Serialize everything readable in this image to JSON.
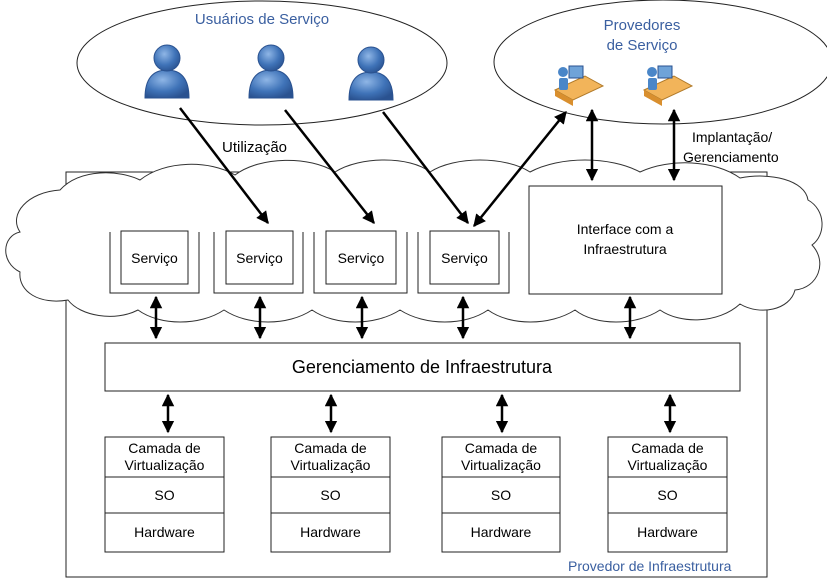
{
  "users_group": {
    "title": "Usuários de Serviço"
  },
  "providers_group": {
    "title_line1": "Provedores",
    "title_line2": "de Serviço"
  },
  "labels": {
    "utilization": "Utilização",
    "deploy_line1": "Implantação/",
    "deploy_line2": "Gerenciamento",
    "infra_provider": "Provedor de Infraestrutura"
  },
  "services": [
    "Serviço",
    "Serviço",
    "Serviço",
    "Serviço"
  ],
  "interface": {
    "line1": "Interface com a",
    "line2": "Infraestrutura"
  },
  "management": {
    "label": "Gerenciamento de Infraestrutura"
  },
  "machines": [
    {
      "virt_line1": "Camada de",
      "virt_line2": "Virtualização",
      "os": "SO",
      "hw": "Hardware"
    },
    {
      "virt_line1": "Camada de",
      "virt_line2": "Virtualização",
      "os": "SO",
      "hw": "Hardware"
    },
    {
      "virt_line1": "Camada de",
      "virt_line2": "Virtualização",
      "os": "SO",
      "hw": "Hardware"
    },
    {
      "virt_line1": "Camada de",
      "virt_line2": "Virtualização",
      "os": "SO",
      "hw": "Hardware"
    }
  ],
  "icons": {
    "user": "user-icon",
    "provider": "provider-workstation-icon"
  },
  "colors": {
    "label_blue": "#3a5fa0",
    "user_blue": "#3f73b8",
    "stroke": "#222222"
  }
}
